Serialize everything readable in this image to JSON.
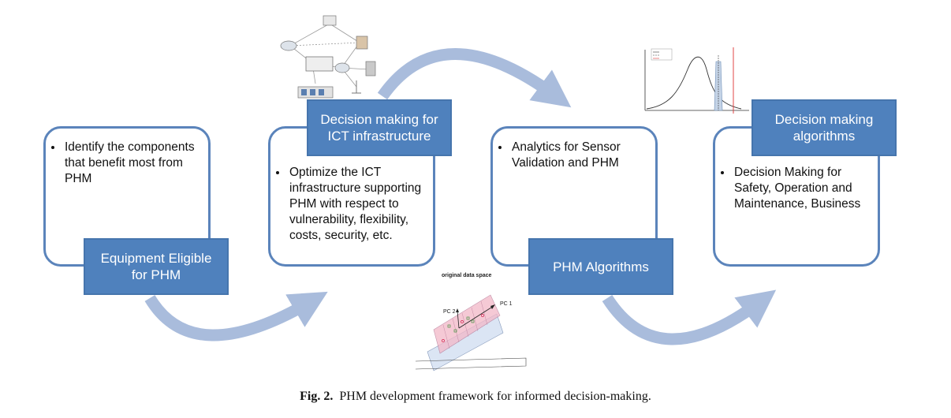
{
  "stages": [
    {
      "label": "Equipment Eligible\nfor PHM",
      "bullets": [
        "Identify the components that benefit most from PHM"
      ]
    },
    {
      "label": "Decision making for\nICT infrastructure",
      "bullets": [
        "Optimize the ICT infrastructure supporting PHM with respect to vulnerability, flexibility, costs, security, etc."
      ]
    },
    {
      "label": "PHM Algorithms",
      "bullets": [
        "Analytics for Sensor Validation and PHM"
      ]
    },
    {
      "label": "Decision making\nalgorithms",
      "bullets": [
        "Decision Making for Safety, Operation and Maintenance, Business"
      ]
    }
  ],
  "pca_thumbnail": {
    "title": "original data space",
    "axis_pc1": "PC 1",
    "axis_pc2": "PC 2"
  },
  "caption": {
    "label": "Fig. 2.",
    "text": "PHM development framework for informed decision-making."
  },
  "colors": {
    "box_border": "#5b84bb",
    "label_fill": "#4f81bd",
    "arrow": "#a9bcdc"
  }
}
